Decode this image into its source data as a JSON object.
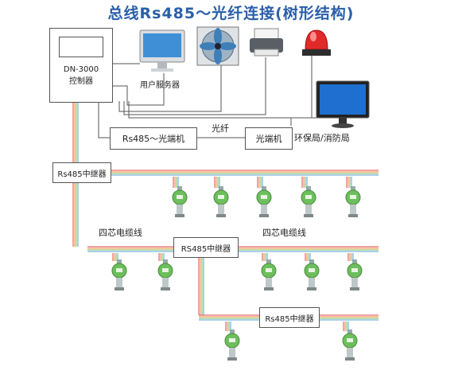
{
  "title": "总线Rs485～光纤连接(树形结构)",
  "controller": {
    "model": "DN-3000",
    "name": "控制器"
  },
  "devices": {
    "user_server": "用户服务器"
  },
  "fiber_link": {
    "converter_left": "Rs485～光端机",
    "fiber_label": "光纤",
    "converter_right": "光端机",
    "destination": "环保局/消防局"
  },
  "repeaters": {
    "r1": "Rs485中继器",
    "r2": "RS485中继器",
    "r3": "Rs485中继器"
  },
  "cable_labels": {
    "left": "四芯电缆线",
    "right": "四芯电缆线"
  },
  "colors": {
    "title": "#2a5fa8",
    "wire_red": "#e0484d",
    "wire_orange": "#f08a3c",
    "wire_green": "#7dbb5a",
    "wire_blue": "#5aa0d8",
    "detector_green": "#6cbf5c"
  },
  "icons": [
    "monitor-icon",
    "fan-icon",
    "printer-icon",
    "alarm-light-icon",
    "detector-icon"
  ]
}
